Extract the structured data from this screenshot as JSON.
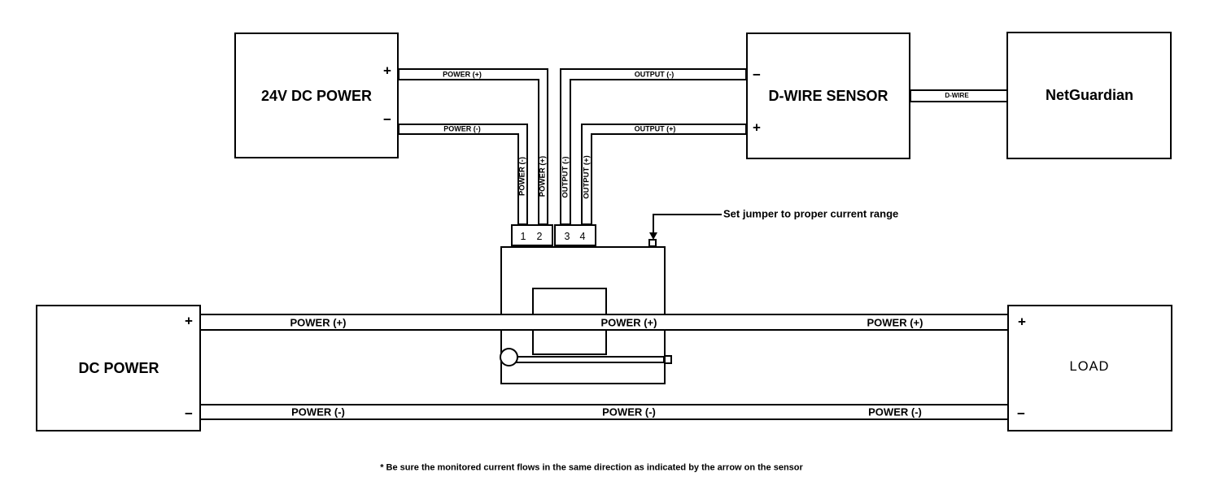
{
  "boxes": {
    "power24": "24V DC POWER",
    "dwireSensor": "D-WIRE SENSOR",
    "netguardian": "NetGuardian",
    "dcPower": "DC POWER",
    "load": "LOAD"
  },
  "signs": {
    "plus": "+",
    "minus": "−"
  },
  "wires": {
    "powerPlus": "POWER (+)",
    "powerMinus": "POWER (-)",
    "outputPlus": "OUTPUT (+)",
    "outputMinus": "OUTPUT (-)",
    "dwire": "D-WIRE"
  },
  "terminals": {
    "t1": "1",
    "t2": "2",
    "t3": "3",
    "t4": "4"
  },
  "notes": {
    "jumper": "Set jumper to proper current range",
    "footer": "* Be sure the monitored current flows in the same direction as indicated by the arrow on the sensor"
  },
  "colors": {
    "line": "#000000",
    "background": "#ffffff"
  }
}
